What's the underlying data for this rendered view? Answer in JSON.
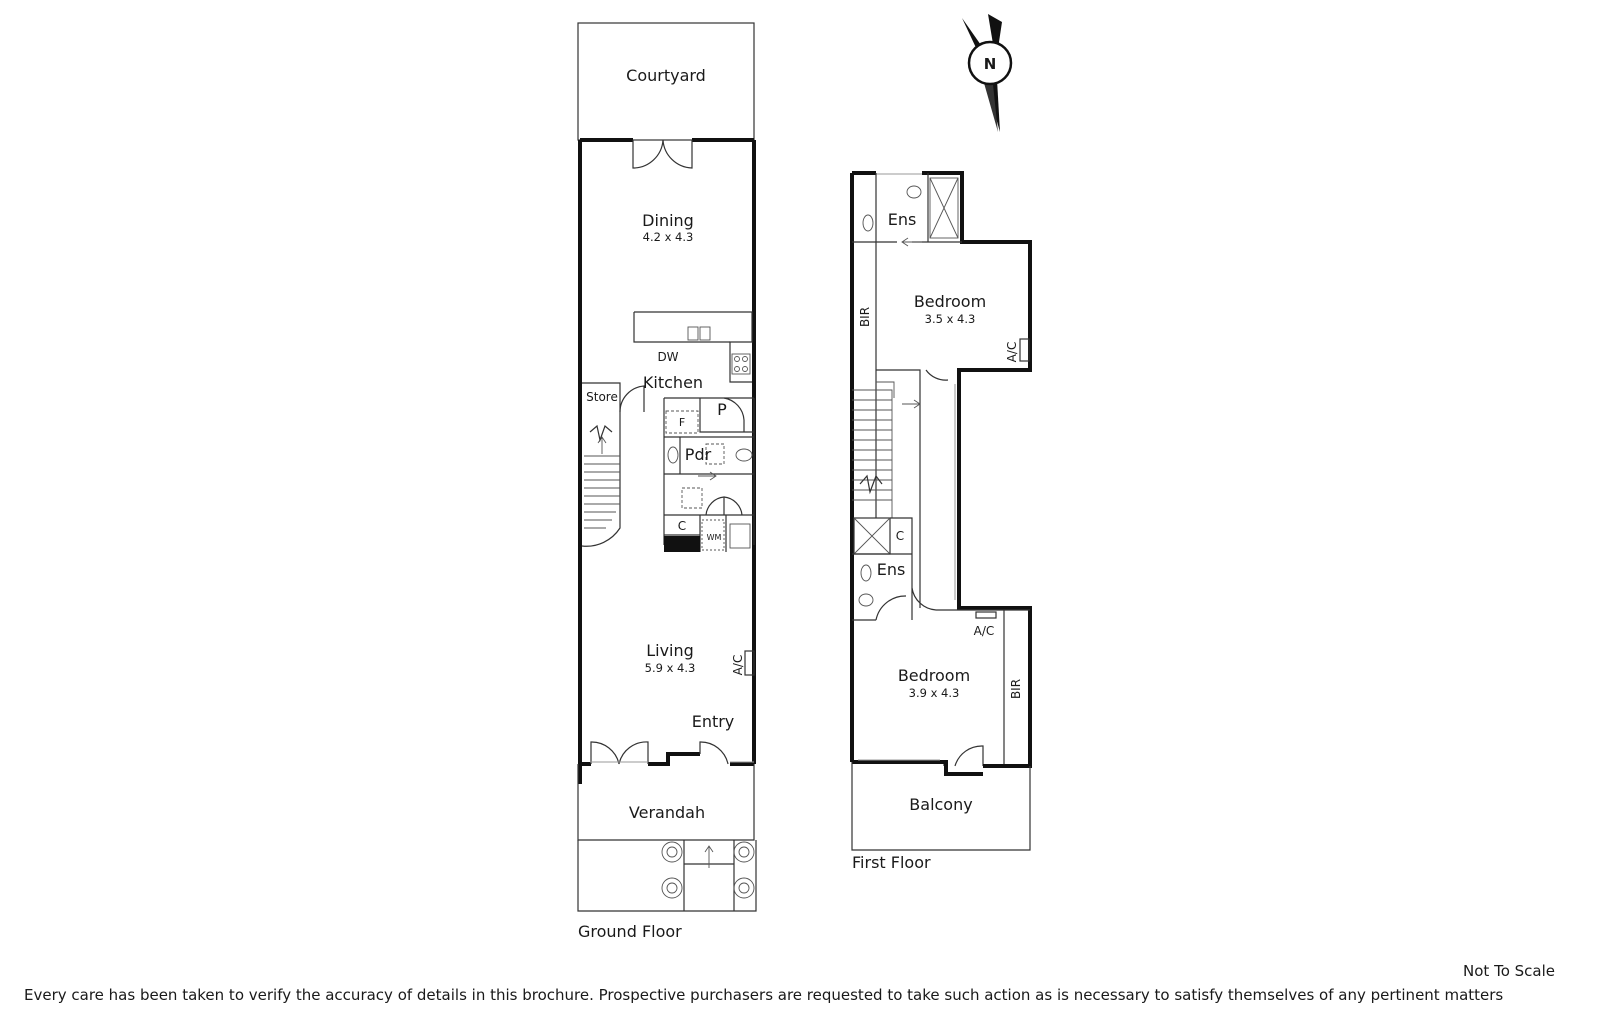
{
  "compass": {
    "label": "N",
    "icon": "north-arrow-icon"
  },
  "ground_floor": {
    "caption": "Ground Floor",
    "rooms": {
      "courtyard": "Courtyard",
      "dining": {
        "name": "Dining",
        "dims": "4.2 x 4.3"
      },
      "kitchen": "Kitchen",
      "dw": "DW",
      "store": "Store",
      "fridge": "F",
      "pantry": "P",
      "powder": "Pdr",
      "cupboard": "C",
      "wm": "WM",
      "living": {
        "name": "Living",
        "dims": "5.9 x 4.3"
      },
      "ac": "A/C",
      "entry": "Entry",
      "verandah": "Verandah"
    }
  },
  "first_floor": {
    "caption": "First Floor",
    "rooms": {
      "ens_top": "Ens",
      "bir_top": "BIR",
      "bedroom_top": {
        "name": "Bedroom",
        "dims": "3.5 x 4.3"
      },
      "ac_top": "A/C",
      "cupboard": "C",
      "ens_bottom": "Ens",
      "ac_bottom": "A/C",
      "bedroom_bottom": {
        "name": "Bedroom",
        "dims": "3.9 x 4.3"
      },
      "bir_bottom": "BIR",
      "balcony": "Balcony"
    }
  },
  "footer": {
    "not_to_scale": "Not To Scale",
    "disclaimer": "Every care has been taken to verify the accuracy of details in this brochure. Prospective purchasers are requested to take such action as is necessary to satisfy themselves of any pertinent matters"
  }
}
